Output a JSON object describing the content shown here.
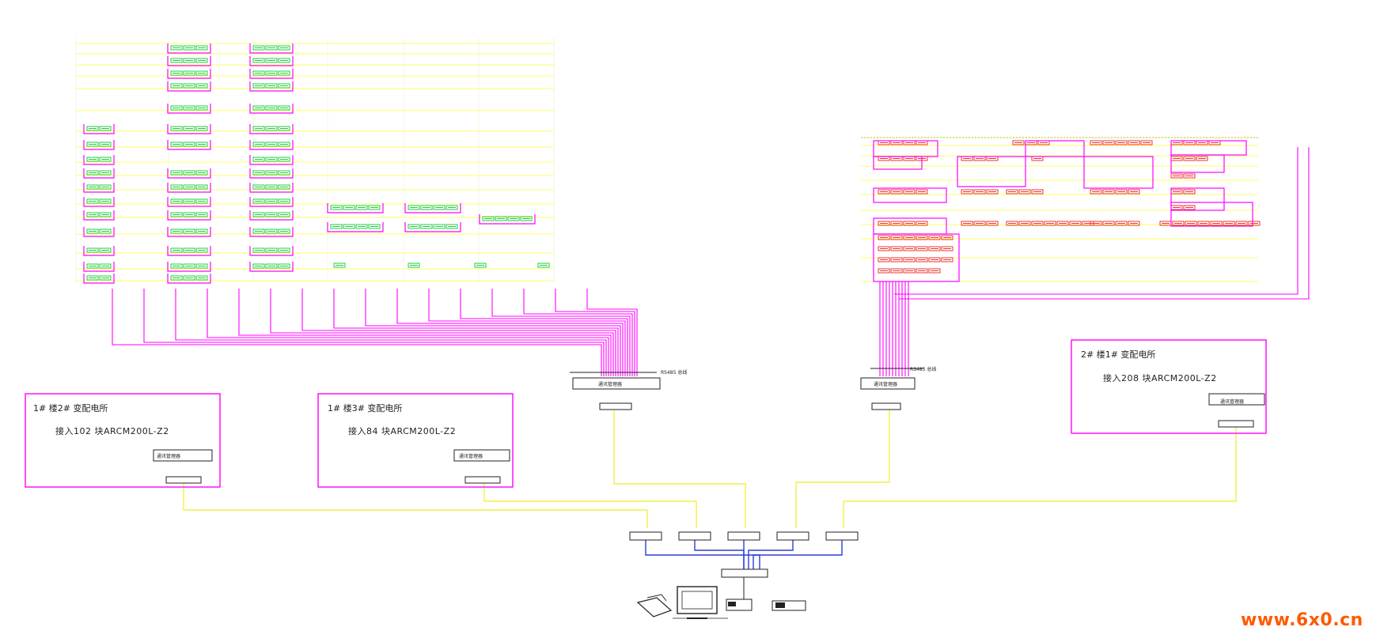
{
  "substations": [
    {
      "title": "1# 楼2# 变配电所",
      "subtitle": "接入102 块ARCM200L-Z2",
      "device": "通讯管理器"
    },
    {
      "title": "1# 楼3# 变配电所",
      "subtitle": "接入84 块ARCM200L-Z2",
      "device": "通讯管理器"
    },
    {
      "title": "2# 楼1# 变配电所",
      "subtitle": "接入208 块ARCM200L-Z2",
      "device": "通讯管理器"
    }
  ],
  "gateways": [
    {
      "device": "通讯管理器",
      "label": "RS485 总线"
    },
    {
      "device": "通讯管理器",
      "label": "RS485 总线"
    }
  ],
  "watermark": "www.6x0.cn",
  "colors": {
    "bus": "#ff00ff",
    "grid": "#ffff33",
    "fiber": "#eeee22",
    "lan": "#2b3fd6",
    "meter_green": "#22cc44",
    "meter_red": "#ee3333",
    "line": "#222222"
  }
}
